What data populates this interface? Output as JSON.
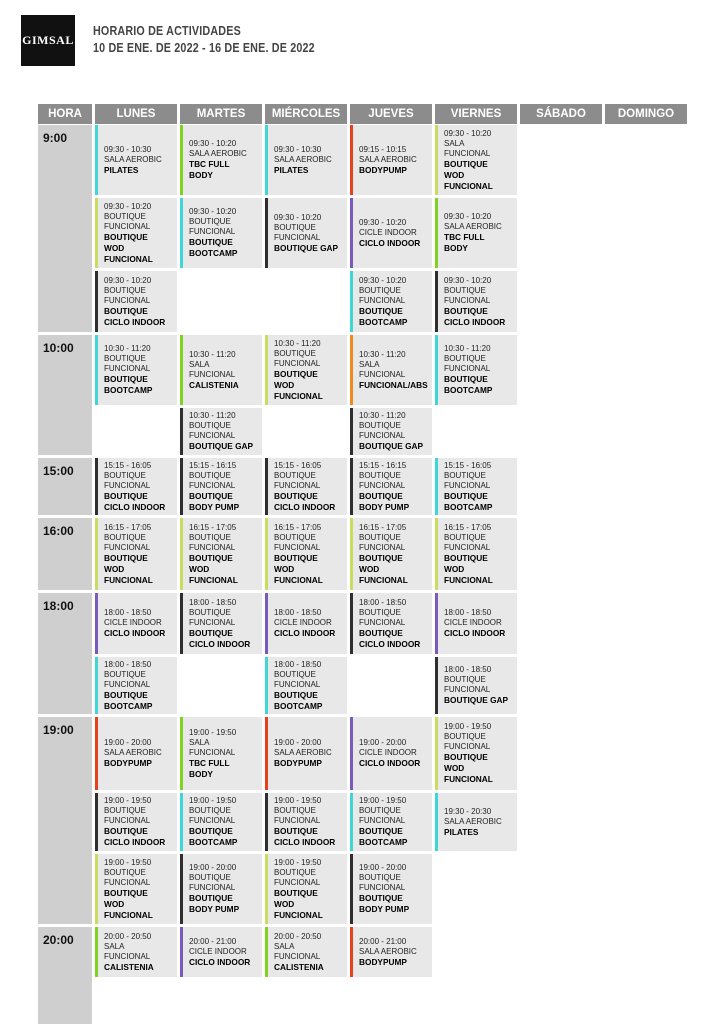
{
  "header": {
    "logo_text": "GIMSAL",
    "title": "HORARIO DE ACTIVIDADES",
    "dates": "10 DE ENE. DE 2022 - 16 DE ENE. DE 2022"
  },
  "colors": {
    "cyan": "#3fd6d6",
    "green": "#7ed321",
    "lime": "#c9dc60",
    "black": "#2f2f2f",
    "red": "#e8401c",
    "purple": "#7a5bbd",
    "orange": "#f08a1c",
    "header_bg": "#8c8c8c",
    "hour_bg": "#cfcfcf",
    "card_bg": "#e8e8e8"
  },
  "columns": [
    "HORA",
    "LUNES",
    "MARTES",
    "MIÉRCOLES",
    "JUEVES",
    "VIERNES",
    "SÁBADO",
    "DOMINGO"
  ],
  "hours": [
    "9:00",
    "10:00",
    "15:00",
    "16:00",
    "18:00",
    "19:00",
    "20:00"
  ],
  "cards": [
    {
      "day": "lunes",
      "time": "09:30 - 10:30",
      "room": [
        "SALA AEROBIC"
      ],
      "name": [
        "PILATES"
      ],
      "color": "cyan"
    },
    {
      "day": "martes",
      "time": "09:30 - 10:20",
      "room": [
        "SALA AEROBIC"
      ],
      "name": [
        "TBC FULL",
        "BODY"
      ],
      "color": "green"
    },
    {
      "day": "miercoles",
      "time": "09:30 - 10:30",
      "room": [
        "SALA AEROBIC"
      ],
      "name": [
        "PILATES"
      ],
      "color": "cyan"
    },
    {
      "day": "jueves",
      "time": "09:15 - 10:15",
      "room": [
        "SALA AEROBIC"
      ],
      "name": [
        "BODYPUMP"
      ],
      "color": "red"
    },
    {
      "day": "viernes",
      "time": "09:30 - 10:20",
      "room": [
        "SALA",
        "FUNCIONAL"
      ],
      "name": [
        "BOUTIQUE",
        "WOD",
        "FUNCIONAL"
      ],
      "color": "lime"
    },
    {
      "day": "lunes",
      "time": "09:30 - 10:20",
      "room": [
        "BOUTIQUE",
        "FUNCIONAL"
      ],
      "name": [
        "BOUTIQUE",
        "WOD",
        "FUNCIONAL"
      ],
      "color": "lime"
    },
    {
      "day": "martes",
      "time": "09:30 - 10:20",
      "room": [
        "BOUTIQUE",
        "FUNCIONAL"
      ],
      "name": [
        "BOUTIQUE",
        "BOOTCAMP"
      ],
      "color": "cyan"
    },
    {
      "day": "miercoles",
      "time": "09:30 - 10:20",
      "room": [
        "BOUTIQUE",
        "FUNCIONAL"
      ],
      "name": [
        "BOUTIQUE GAP"
      ],
      "color": "black"
    },
    {
      "day": "jueves",
      "time": "09:30 - 10:20",
      "room": [
        "CICLE INDOOR"
      ],
      "name": [
        "CICLO INDOOR"
      ],
      "color": "purple"
    },
    {
      "day": "viernes",
      "time": "09:30 - 10:20",
      "room": [
        "SALA AEROBIC"
      ],
      "name": [
        "TBC FULL",
        "BODY"
      ],
      "color": "green"
    },
    {
      "day": "lunes",
      "time": "09:30 - 10:20",
      "room": [
        "BOUTIQUE",
        "FUNCIONAL"
      ],
      "name": [
        "BOUTIQUE",
        "CICLO INDOOR"
      ],
      "color": "black"
    },
    {
      "day": "jueves",
      "time": "09:30 - 10:20",
      "room": [
        "BOUTIQUE",
        "FUNCIONAL"
      ],
      "name": [
        "BOUTIQUE",
        "BOOTCAMP"
      ],
      "color": "cyan"
    },
    {
      "day": "viernes",
      "time": "09:30 - 10:20",
      "room": [
        "BOUTIQUE",
        "FUNCIONAL"
      ],
      "name": [
        "BOUTIQUE",
        "CICLO INDOOR"
      ],
      "color": "black"
    },
    {
      "day": "lunes",
      "time": "10:30 - 11:20",
      "room": [
        "BOUTIQUE",
        "FUNCIONAL"
      ],
      "name": [
        "BOUTIQUE",
        "BOOTCAMP"
      ],
      "color": "cyan"
    },
    {
      "day": "martes",
      "time": "10:30 - 11:20",
      "room": [
        "SALA",
        "FUNCIONAL"
      ],
      "name": [
        "CALISTENIA"
      ],
      "color": "green"
    },
    {
      "day": "miercoles",
      "time": "10:30 - 11:20",
      "room": [
        "BOUTIQUE",
        "FUNCIONAL"
      ],
      "name": [
        "BOUTIQUE",
        "WOD",
        "FUNCIONAL"
      ],
      "color": "lime"
    },
    {
      "day": "jueves",
      "time": "10:30 - 11:20",
      "room": [
        "SALA",
        "FUNCIONAL"
      ],
      "name": [
        "FUNCIONAL/ABS"
      ],
      "color": "orange"
    },
    {
      "day": "viernes",
      "time": "10:30 - 11:20",
      "room": [
        "BOUTIQUE",
        "FUNCIONAL"
      ],
      "name": [
        "BOUTIQUE",
        "BOOTCAMP"
      ],
      "color": "cyan"
    },
    {
      "day": "martes",
      "time": "10:30 - 11:20",
      "room": [
        "BOUTIQUE",
        "FUNCIONAL"
      ],
      "name": [
        "BOUTIQUE GAP"
      ],
      "color": "black"
    },
    {
      "day": "jueves",
      "time": "10:30 - 11:20",
      "room": [
        "BOUTIQUE",
        "FUNCIONAL"
      ],
      "name": [
        "BOUTIQUE GAP"
      ],
      "color": "black"
    },
    {
      "day": "lunes",
      "time": "15:15 - 16:05",
      "room": [
        "BOUTIQUE",
        "FUNCIONAL"
      ],
      "name": [
        "BOUTIQUE",
        "CICLO INDOOR"
      ],
      "color": "black"
    },
    {
      "day": "martes",
      "time": "15:15 - 16:15",
      "room": [
        "BOUTIQUE",
        "FUNCIONAL"
      ],
      "name": [
        "BOUTIQUE",
        "BODY PUMP"
      ],
      "color": "black"
    },
    {
      "day": "miercoles",
      "time": "15:15 - 16:05",
      "room": [
        "BOUTIQUE",
        "FUNCIONAL"
      ],
      "name": [
        "BOUTIQUE",
        "CICLO INDOOR"
      ],
      "color": "black"
    },
    {
      "day": "jueves",
      "time": "15:15 - 16:15",
      "room": [
        "BOUTIQUE",
        "FUNCIONAL"
      ],
      "name": [
        "BOUTIQUE",
        "BODY PUMP"
      ],
      "color": "black"
    },
    {
      "day": "viernes",
      "time": "15:15 - 16:05",
      "room": [
        "BOUTIQUE",
        "FUNCIONAL"
      ],
      "name": [
        "BOUTIQUE",
        "BOOTCAMP"
      ],
      "color": "cyan"
    },
    {
      "day": "lunes",
      "time": "16:15 - 17:05",
      "room": [
        "BOUTIQUE",
        "FUNCIONAL"
      ],
      "name": [
        "BOUTIQUE",
        "WOD",
        "FUNCIONAL"
      ],
      "color": "lime"
    },
    {
      "day": "martes",
      "time": "16:15 - 17:05",
      "room": [
        "BOUTIQUE",
        "FUNCIONAL"
      ],
      "name": [
        "BOUTIQUE",
        "WOD",
        "FUNCIONAL"
      ],
      "color": "lime"
    },
    {
      "day": "miercoles",
      "time": "16:15 - 17:05",
      "room": [
        "BOUTIQUE",
        "FUNCIONAL"
      ],
      "name": [
        "BOUTIQUE",
        "WOD",
        "FUNCIONAL"
      ],
      "color": "lime"
    },
    {
      "day": "jueves",
      "time": "16:15 - 17:05",
      "room": [
        "BOUTIQUE",
        "FUNCIONAL"
      ],
      "name": [
        "BOUTIQUE",
        "WOD",
        "FUNCIONAL"
      ],
      "color": "lime"
    },
    {
      "day": "viernes",
      "time": "16:15 - 17:05",
      "room": [
        "BOUTIQUE",
        "FUNCIONAL"
      ],
      "name": [
        "BOUTIQUE",
        "WOD",
        "FUNCIONAL"
      ],
      "color": "lime"
    },
    {
      "day": "lunes",
      "time": "18:00 - 18:50",
      "room": [
        "CICLE INDOOR"
      ],
      "name": [
        "CICLO INDOOR"
      ],
      "color": "purple"
    },
    {
      "day": "martes",
      "time": "18:00 - 18:50",
      "room": [
        "BOUTIQUE",
        "FUNCIONAL"
      ],
      "name": [
        "BOUTIQUE",
        "CICLO INDOOR"
      ],
      "color": "black"
    },
    {
      "day": "miercoles",
      "time": "18:00 - 18:50",
      "room": [
        "CICLE INDOOR"
      ],
      "name": [
        "CICLO INDOOR"
      ],
      "color": "purple"
    },
    {
      "day": "jueves",
      "time": "18:00 - 18:50",
      "room": [
        "BOUTIQUE",
        "FUNCIONAL"
      ],
      "name": [
        "BOUTIQUE",
        "CICLO INDOOR"
      ],
      "color": "black"
    },
    {
      "day": "viernes",
      "time": "18:00 - 18:50",
      "room": [
        "CICLE INDOOR"
      ],
      "name": [
        "CICLO INDOOR"
      ],
      "color": "purple"
    },
    {
      "day": "lunes",
      "time": "18:00 - 18:50",
      "room": [
        "BOUTIQUE",
        "FUNCIONAL"
      ],
      "name": [
        "BOUTIQUE",
        "BOOTCAMP"
      ],
      "color": "cyan"
    },
    {
      "day": "miercoles",
      "time": "18:00 - 18:50",
      "room": [
        "BOUTIQUE",
        "FUNCIONAL"
      ],
      "name": [
        "BOUTIQUE",
        "BOOTCAMP"
      ],
      "color": "cyan"
    },
    {
      "day": "viernes",
      "time": "18:00 - 18:50",
      "room": [
        "BOUTIQUE",
        "FUNCIONAL"
      ],
      "name": [
        "BOUTIQUE GAP"
      ],
      "color": "black"
    },
    {
      "day": "lunes",
      "time": "19:00 - 20:00",
      "room": [
        "SALA AEROBIC"
      ],
      "name": [
        "BODYPUMP"
      ],
      "color": "red"
    },
    {
      "day": "martes",
      "time": "19:00 - 19:50",
      "room": [
        "SALA",
        "FUNCIONAL"
      ],
      "name": [
        "TBC FULL",
        "BODY"
      ],
      "color": "green"
    },
    {
      "day": "miercoles",
      "time": "19:00 - 20:00",
      "room": [
        "SALA AEROBIC"
      ],
      "name": [
        "BODYPUMP"
      ],
      "color": "red"
    },
    {
      "day": "jueves",
      "time": "19:00 - 20:00",
      "room": [
        "CICLE INDOOR"
      ],
      "name": [
        "CICLO INDOOR"
      ],
      "color": "purple"
    },
    {
      "day": "viernes",
      "time": "19:00 - 19:50",
      "room": [
        "BOUTIQUE",
        "FUNCIONAL"
      ],
      "name": [
        "BOUTIQUE",
        "WOD",
        "FUNCIONAL"
      ],
      "color": "lime"
    },
    {
      "day": "lunes",
      "time": "19:00 - 19:50",
      "room": [
        "BOUTIQUE",
        "FUNCIONAL"
      ],
      "name": [
        "BOUTIQUE",
        "CICLO INDOOR"
      ],
      "color": "black"
    },
    {
      "day": "martes",
      "time": "19:00 - 19:50",
      "room": [
        "BOUTIQUE",
        "FUNCIONAL"
      ],
      "name": [
        "BOUTIQUE",
        "BOOTCAMP"
      ],
      "color": "cyan"
    },
    {
      "day": "miercoles",
      "time": "19:00 - 19:50",
      "room": [
        "BOUTIQUE",
        "FUNCIONAL"
      ],
      "name": [
        "BOUTIQUE",
        "CICLO INDOOR"
      ],
      "color": "black"
    },
    {
      "day": "jueves",
      "time": "19:00 - 19:50",
      "room": [
        "BOUTIQUE",
        "FUNCIONAL"
      ],
      "name": [
        "BOUTIQUE",
        "BOOTCAMP"
      ],
      "color": "cyan"
    },
    {
      "day": "viernes",
      "time": "19:30 - 20:30",
      "room": [
        "SALA AEROBIC"
      ],
      "name": [
        "PILATES"
      ],
      "color": "cyan"
    },
    {
      "day": "lunes",
      "time": "19:00 - 19:50",
      "room": [
        "BOUTIQUE",
        "FUNCIONAL"
      ],
      "name": [
        "BOUTIQUE",
        "WOD",
        "FUNCIONAL"
      ],
      "color": "lime"
    },
    {
      "day": "martes",
      "time": "19:00 - 20:00",
      "room": [
        "BOUTIQUE",
        "FUNCIONAL"
      ],
      "name": [
        "BOUTIQUE",
        "BODY PUMP"
      ],
      "color": "black"
    },
    {
      "day": "miercoles",
      "time": "19:00 - 19:50",
      "room": [
        "BOUTIQUE",
        "FUNCIONAL"
      ],
      "name": [
        "BOUTIQUE",
        "WOD",
        "FUNCIONAL"
      ],
      "color": "lime"
    },
    {
      "day": "jueves",
      "time": "19:00 - 20:00",
      "room": [
        "BOUTIQUE",
        "FUNCIONAL"
      ],
      "name": [
        "BOUTIQUE",
        "BODY PUMP"
      ],
      "color": "black"
    },
    {
      "day": "lunes",
      "time": "20:00 - 20:50",
      "room": [
        "SALA",
        "FUNCIONAL"
      ],
      "name": [
        "CALISTENIA"
      ],
      "color": "green"
    },
    {
      "day": "martes",
      "time": "20:00 - 21:00",
      "room": [
        "CICLE INDOOR"
      ],
      "name": [
        "CICLO INDOOR"
      ],
      "color": "purple"
    },
    {
      "day": "miercoles",
      "time": "20:00 - 20:50",
      "room": [
        "SALA",
        "FUNCIONAL"
      ],
      "name": [
        "CALISTENIA"
      ],
      "color": "green"
    },
    {
      "day": "jueves",
      "time": "20:00 - 21:00",
      "room": [
        "SALA AEROBIC"
      ],
      "name": [
        "BODYPUMP"
      ],
      "color": "red"
    }
  ]
}
